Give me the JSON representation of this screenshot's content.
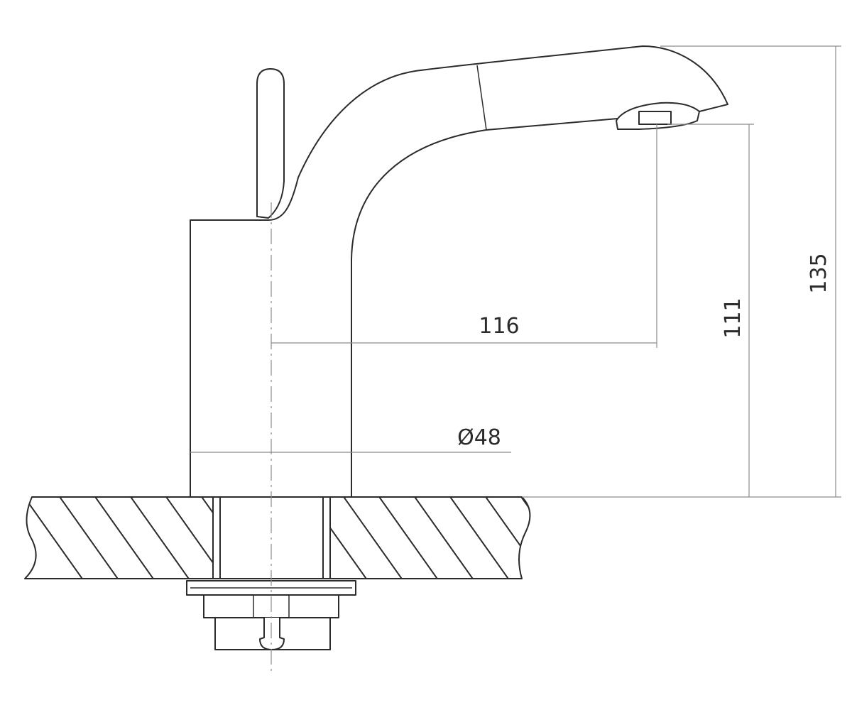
{
  "dimensions": {
    "spout_reach": "116",
    "spout_height": "111",
    "total_height": "135",
    "base_diameter": "Ø48"
  },
  "colors": {
    "line": "#2b2b2b",
    "dimension_line": "#8c8c8c",
    "background": "#ffffff"
  }
}
